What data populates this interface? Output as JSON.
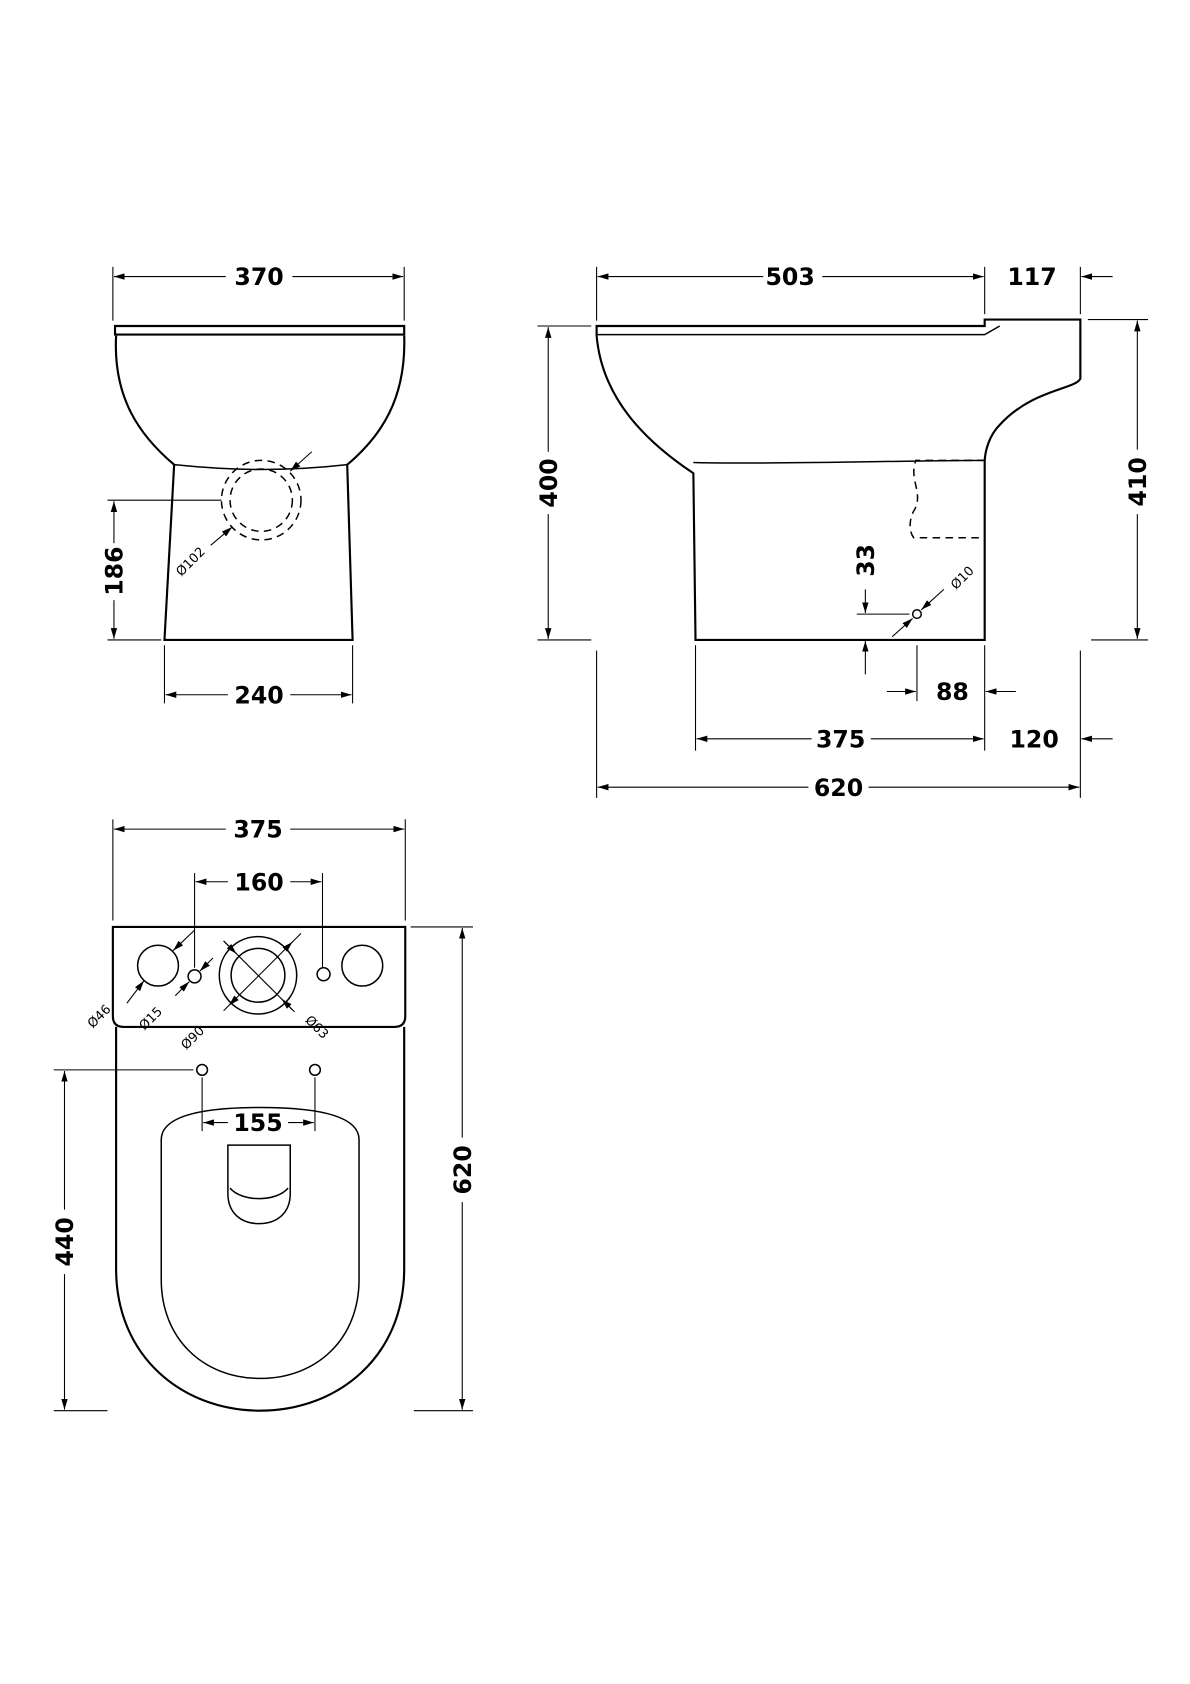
{
  "drawing": {
    "line_color": "#000000",
    "front_view": {
      "width_top": "370",
      "outlet_height": "186",
      "outlet_dia": "Ø102",
      "base_width": "240"
    },
    "side_view": {
      "bowl_length": "503",
      "cistern_depth": "117",
      "height_bowl": "400",
      "height_total": "410",
      "inlet_height": "33",
      "inlet_dia": "Ø10",
      "inlet_offset": "88",
      "base_length": "375",
      "rear_offset": "120",
      "total_length": "620"
    },
    "plan_view": {
      "width": "375",
      "hole_spacing": "160",
      "dia_46": "Ø46",
      "dia_15": "Ø15",
      "dia_90": "Ø90",
      "dia_63": "Ø63",
      "seat_fixing": "155",
      "fixing_to_front": "440",
      "total_length": "620"
    }
  }
}
